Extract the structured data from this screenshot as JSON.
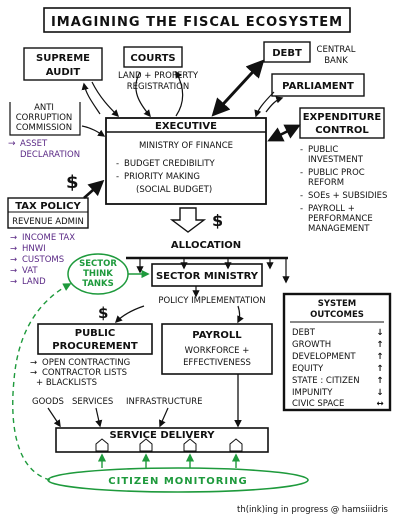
{
  "title": "IMAGINING THE FISCAL ECOSYSTEM",
  "nodes": {
    "supreme_audit": {
      "line1": "SUPREME",
      "line2": "AUDIT"
    },
    "courts": {
      "label": "COURTS",
      "sub1": "LAND + PROPERTY",
      "sub2": "REGISTRATION"
    },
    "debt": {
      "label": "DEBT"
    },
    "central_bank": {
      "line1": "CENTRAL",
      "line2": "BANK"
    },
    "parliament": {
      "label": "PARLIAMENT"
    },
    "anti_corruption": {
      "line1": "ANTI",
      "line2": "CORRUPTION",
      "line3": "COMMISSION"
    },
    "asset_declaration": {
      "line1": "ASSET",
      "line2": "DECLARATION"
    },
    "executive": {
      "header": "EXECUTIVE",
      "ministry": "MINISTRY  OF  FINANCE",
      "item1": "BUDGET CREDIBILITY",
      "item2": "PRIORITY MAKING",
      "item3": "(SOCIAL BUDGET)"
    },
    "expenditure_control": {
      "line1": "EXPENDITURE",
      "line2": "CONTROL"
    },
    "expenditure_items": [
      "PUBLIC",
      "INVESTMENT",
      "PUBLIC PROC",
      "REFORM",
      "SOEs + SUBSIDIES",
      "PAYROLL +",
      "PERFORMANCE",
      "MANAGEMENT"
    ],
    "tax_policy": {
      "label": "TAX POLICY",
      "sub": "REVENUE ADMIN"
    },
    "tax_items": [
      "INCOME TAX",
      "HNWI",
      "CUSTOMS",
      "VAT",
      "LAND"
    ],
    "allocation": "ALLOCATION",
    "sector_think_tanks": {
      "line1": "SECTOR",
      "line2": "THINK",
      "line3": "TANKS"
    },
    "sector_ministry": "SECTOR MINISTRY",
    "policy_implementation": "POLICY IMPLEMENTATION",
    "public_procurement": {
      "line1": "PUBLIC",
      "line2": "PROCUREMENT"
    },
    "procurement_items": [
      "OPEN CONTRACTING",
      "CONTRACTOR LISTS",
      "+ BLACKLISTS"
    ],
    "payroll": {
      "label": "PAYROLL",
      "sub1": "WORKFORCE +",
      "sub2": "EFFECTIVENESS"
    },
    "outputs": [
      "GOODS",
      "SERVICES",
      "INFRASTRUCTURE"
    ],
    "service_delivery": "SERVICE DELIVERY",
    "citizen_monitoring": "CITIZEN MONITORING",
    "system_outcomes": {
      "title1": "SYSTEM",
      "title2": "OUTCOMES",
      "rows": [
        {
          "label": "DEBT",
          "dir": "↓"
        },
        {
          "label": "GROWTH",
          "dir": "↑"
        },
        {
          "label": "DEVELOPMENT",
          "dir": "↑"
        },
        {
          "label": "EQUITY",
          "dir": "↑"
        },
        {
          "label": "STATE : CITIZEN",
          "dir": "↑"
        },
        {
          "label": "IMPUNITY",
          "dir": "↓"
        },
        {
          "label": "CIVIC SPACE",
          "dir": "↔"
        }
      ]
    },
    "dollar": "$",
    "credit": "th(ink)ing in progress  @ hamsiiidris"
  },
  "colors": {
    "purple": "#5b2a86",
    "green": "#1e9a3c",
    "ink": "#111111"
  }
}
